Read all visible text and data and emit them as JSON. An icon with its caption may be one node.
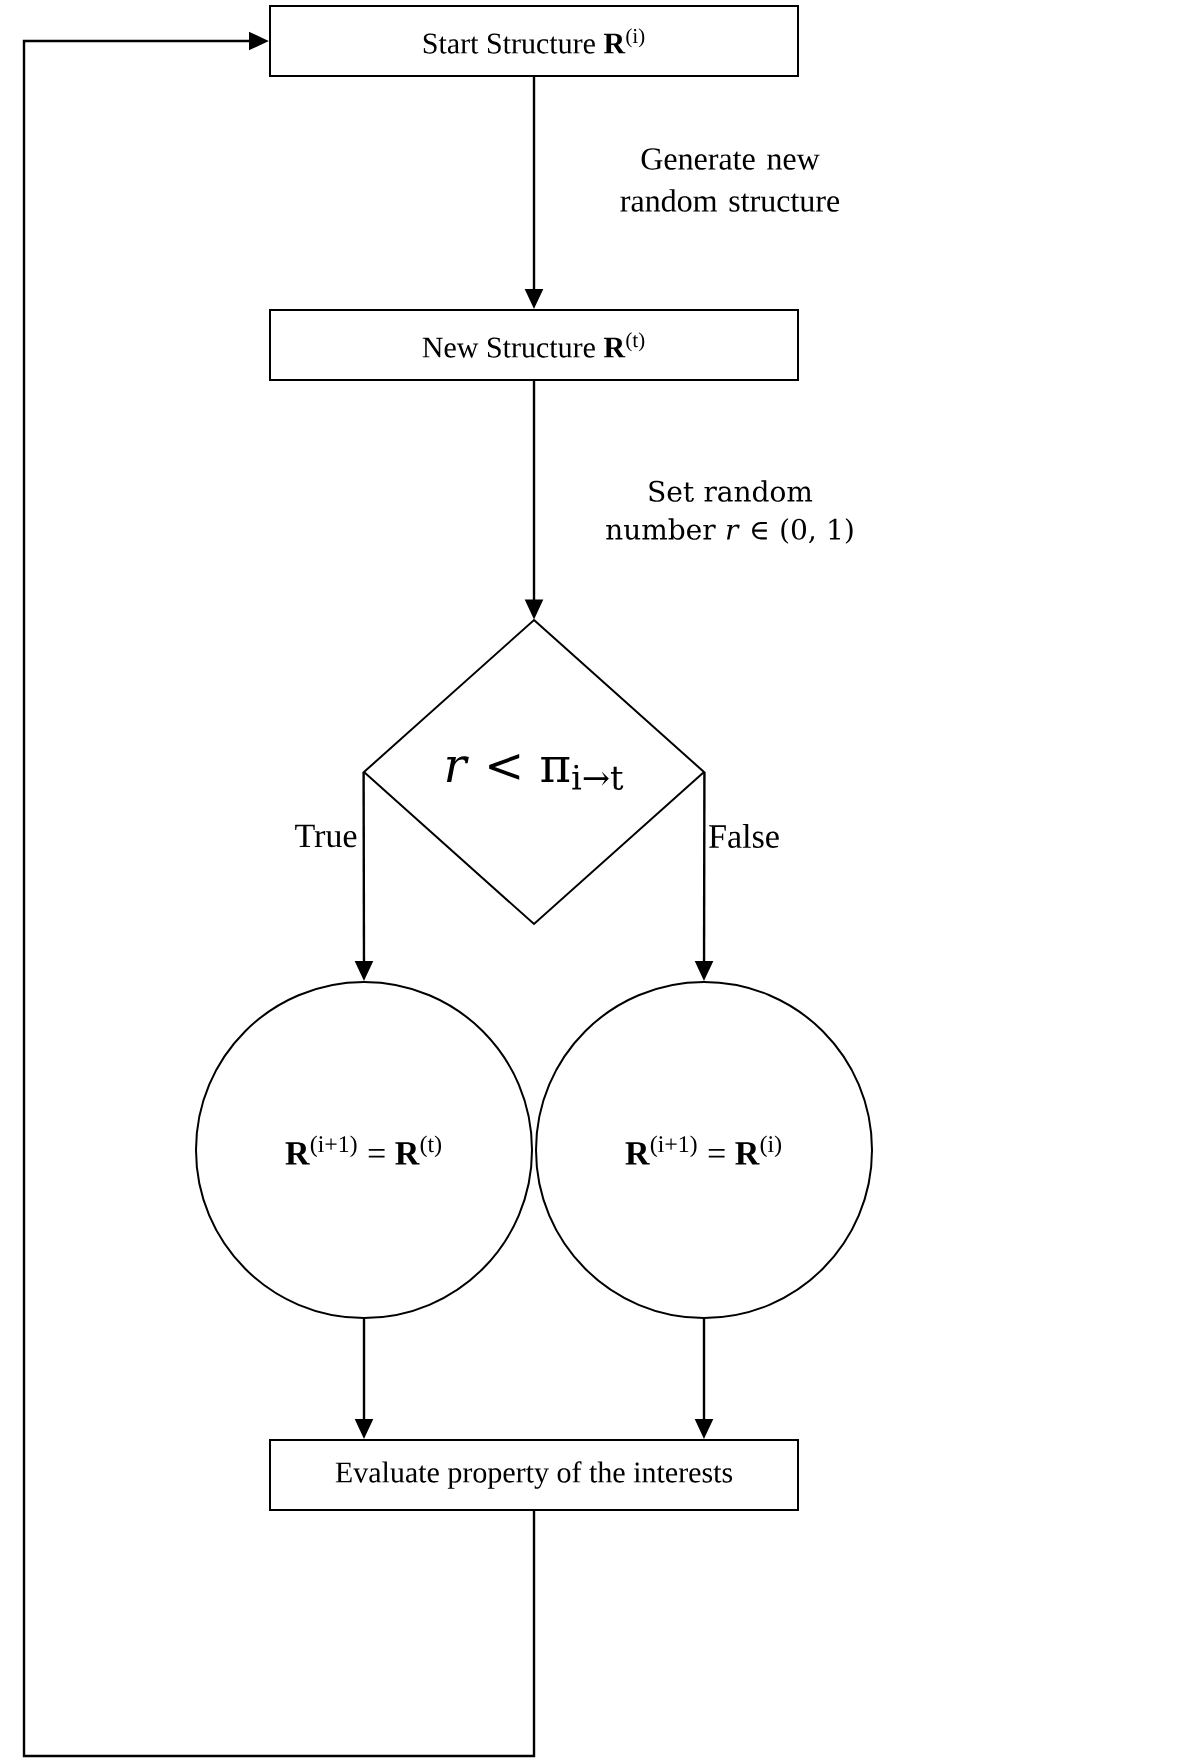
{
  "diagram": {
    "nodes": [
      {
        "text": [
          "Start Structure **R**$^{(i)}$"
        ]
      },
      {
        "text": [
          "New Structure **R**$^{(t)}$"
        ]
      },
      {
        "text": [
          "*r* < π$_{i→t}$"
        ]
      },
      {
        "text": [
          "**R**$^{(i+1)}$ = **R**$^{(t)}$"
        ]
      },
      {
        "text": [
          "**R**$^{(i+1)}$ = **R**$^{(i)}$"
        ]
      },
      {
        "text": [
          "Evaluate property of the interests"
        ]
      }
    ],
    "edges": [
      {
        "from": 0,
        "to": 1,
        "arrow": "to",
        "label": "Generate new random structure"
      },
      {
        "from": 1,
        "to": 2,
        "arrow": "to",
        "label": "Set random number *r* ∈ (0, 1)"
      },
      {
        "from": 2,
        "to": 3,
        "arrow": "to",
        "label": "True"
      },
      {
        "from": 2,
        "to": 4,
        "arrow": "to",
        "label": "False"
      },
      {
        "from": 3,
        "to": 5,
        "arrow": "to"
      },
      {
        "from": 4,
        "to": 5,
        "arrow": "to"
      },
      {
        "from": 5,
        "to": 0,
        "arrow": "to"
      }
    ]
  }
}
